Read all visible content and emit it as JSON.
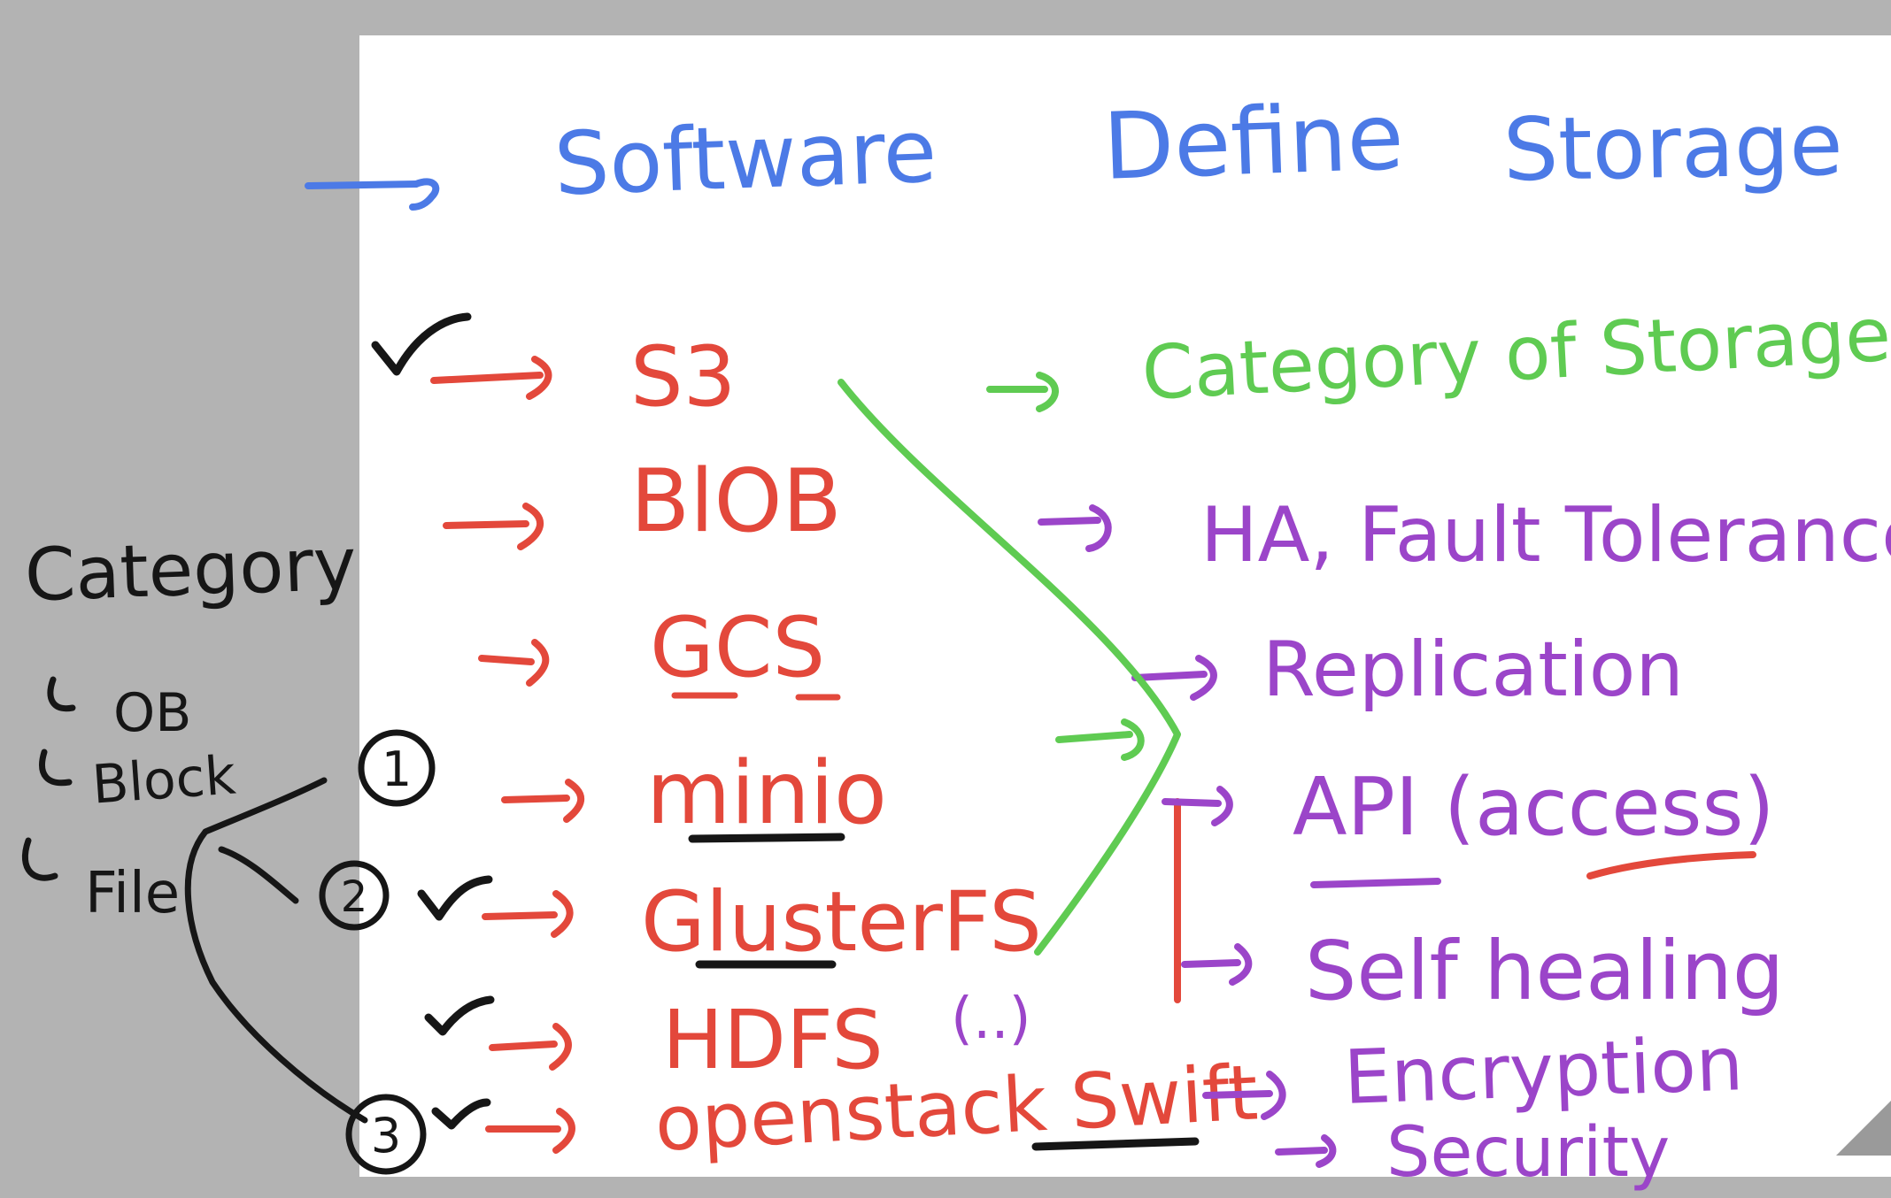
{
  "colors": {
    "blue": "#4c7ae6",
    "red": "#e3483b",
    "green": "#5fcb52",
    "purple": "#9b45c9",
    "black": "#161616",
    "sheet": "#ffffff",
    "background": "#b3b3b3"
  },
  "title": {
    "word1": "Software",
    "word2": "Define",
    "word3": "Storage"
  },
  "storage_list": [
    "S3",
    "BlOB",
    "GCS",
    "minio",
    "GlusterFS",
    "HDFS",
    "openstack Swift"
  ],
  "hdfs_note": "(..)",
  "category": {
    "heading": "Category",
    "items": [
      "OB",
      "Block",
      "File"
    ],
    "numbers": [
      "1",
      "2",
      "3"
    ]
  },
  "features": {
    "heading": "Category of Storage",
    "items": [
      "HA, Fault Tolerance",
      "Replication",
      "API (access)",
      "Self healing",
      "Encryption",
      "Security"
    ]
  }
}
